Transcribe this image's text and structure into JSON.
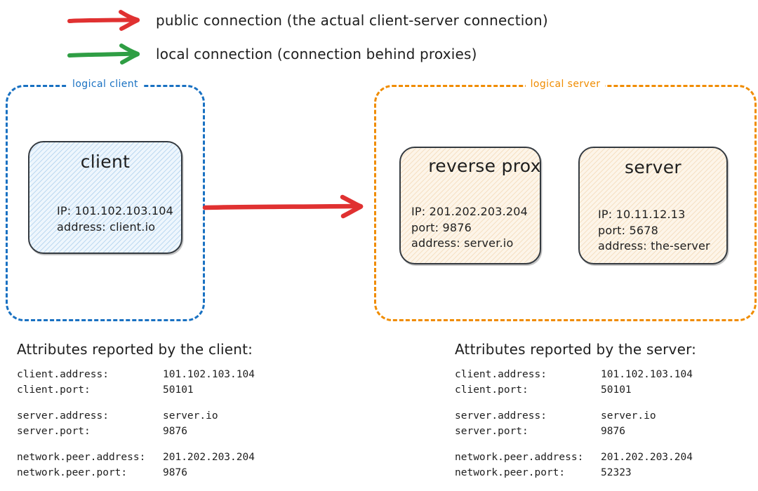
{
  "legend": {
    "items": [
      {
        "arrow_color": "#e03131",
        "icon": "red-arrow-icon",
        "text": "public connection (the actual client-server connection)"
      },
      {
        "arrow_color": "#2f9e44",
        "icon": "green-arrow-icon",
        "text": "local connection (connection behind proxies)"
      }
    ]
  },
  "containers": {
    "client": {
      "label": "logical client",
      "color": "#1971c2"
    },
    "server": {
      "label": "logical server",
      "color": "#f08c00"
    }
  },
  "nodes": {
    "client": {
      "title": "client",
      "lines": [
        "IP: 101.102.103.104",
        "address: client.io"
      ],
      "fill": "#eef6fd"
    },
    "proxy": {
      "title": "reverse proxy",
      "lines": [
        "IP: 201.202.203.204",
        "port: 9876",
        "address: server.io"
      ],
      "fill": "#fdf5e9"
    },
    "server": {
      "title": "server",
      "lines": [
        "IP: 10.11.12.13",
        "port: 5678",
        "address: the-server"
      ],
      "fill": "#fdf5e9"
    }
  },
  "main_arrow": {
    "color": "#e03131",
    "icon": "red-arrow-icon"
  },
  "attributes": {
    "client": {
      "title": "Attributes reported by the client:",
      "groups": [
        [
          {
            "key": "client.address:",
            "value": "101.102.103.104"
          },
          {
            "key": "client.port:",
            "value": "50101"
          }
        ],
        [
          {
            "key": "server.address:",
            "value": "server.io"
          },
          {
            "key": "server.port:",
            "value": "9876"
          }
        ],
        [
          {
            "key": "network.peer.address:",
            "value": "201.202.203.204"
          },
          {
            "key": "network.peer.port:",
            "value": "9876"
          }
        ]
      ]
    },
    "server": {
      "title": "Attributes reported by the server:",
      "groups": [
        [
          {
            "key": "client.address:",
            "value": "101.102.103.104"
          },
          {
            "key": "client.port:",
            "value": "50101"
          }
        ],
        [
          {
            "key": "server.address:",
            "value": "server.io"
          },
          {
            "key": "server.port:",
            "value": "9876"
          }
        ],
        [
          {
            "key": "network.peer.address:",
            "value": "201.202.203.204"
          },
          {
            "key": "network.peer.port:",
            "value": "52323"
          }
        ]
      ]
    }
  }
}
